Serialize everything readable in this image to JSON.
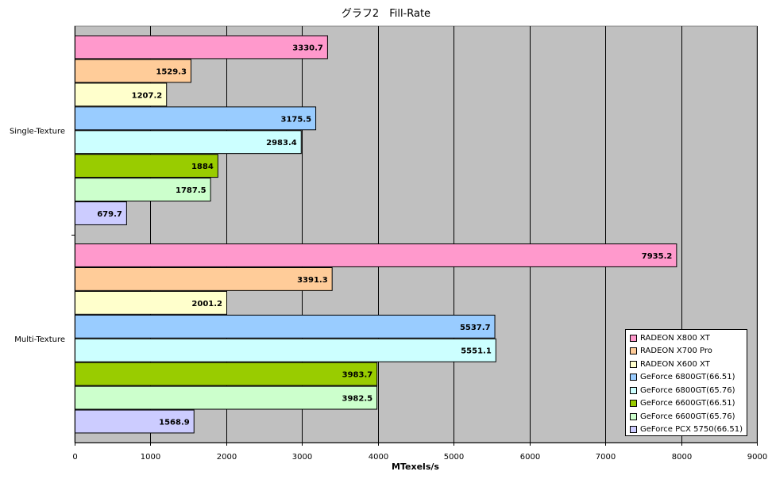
{
  "chart_data": {
    "type": "bar",
    "orientation": "horizontal",
    "title": "グラフ2　Fill-Rate",
    "xlabel": "MTexels/s",
    "ylabel": "",
    "xlim": [
      0,
      9000
    ],
    "x_ticks": [
      "0",
      "1000",
      "2000",
      "3000",
      "4000",
      "5000",
      "6000",
      "7000",
      "8000",
      "9000"
    ],
    "categories": [
      "Single-Texture",
      "Multi-Texture"
    ],
    "grid": true,
    "legend_position": "bottom-right",
    "series": [
      {
        "name": "RADEON X800 XT",
        "color": "#ff99cc",
        "values": [
          3330.7,
          7935.2
        ],
        "labels": [
          "3330.7",
          "7935.2"
        ]
      },
      {
        "name": "RADEON X700 Pro",
        "color": "#ffcc99",
        "values": [
          1529.3,
          3391.3
        ],
        "labels": [
          "1529.3",
          "3391.3"
        ]
      },
      {
        "name": "RADEON X600 XT",
        "color": "#ffffcc",
        "values": [
          1207.2,
          2001.2
        ],
        "labels": [
          "1207.2",
          "2001.2"
        ]
      },
      {
        "name": "GeForce 6800GT(66.51)",
        "color": "#99ccff",
        "values": [
          3175.5,
          5537.7
        ],
        "labels": [
          "3175.5",
          "5537.7"
        ]
      },
      {
        "name": "GeForce 6800GT(65.76)",
        "color": "#ccffff",
        "values": [
          2983.4,
          5551.1
        ],
        "labels": [
          "2983.4",
          "5551.1"
        ]
      },
      {
        "name": "GeForce 6600GT(66.51)",
        "color": "#99cc00",
        "values": [
          1884,
          3983.7
        ],
        "labels": [
          "1884",
          "3983.7"
        ]
      },
      {
        "name": "GeForce 6600GT(65.76)",
        "color": "#ccffcc",
        "values": [
          1787.5,
          3982.5
        ],
        "labels": [
          "1787.5",
          "3982.5"
        ]
      },
      {
        "name": "GeForce PCX 5750(66.51)",
        "color": "#ccccff",
        "values": [
          679.7,
          1568.9
        ],
        "labels": [
          "679.7",
          "1568.9"
        ]
      }
    ],
    "plot_background": "#c0c0c0"
  }
}
